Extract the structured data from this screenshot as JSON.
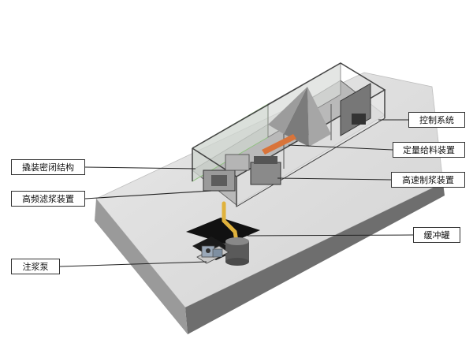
{
  "labels": {
    "control_system": "控制系统",
    "quantitative_feeder": "定量给料装置",
    "high_speed_mixer": "高速制浆装置",
    "sealed_structure": "撬装密闭结构",
    "high_freq_filter": "高频滤浆装置",
    "buffer_tank": "缓冲罐",
    "grout_pump": "注浆泵"
  },
  "colors": {
    "slab_top": "#dedede",
    "slab_front": "#9a9a9a",
    "slab_side": "#6e6e6e",
    "container_frame": "#444444",
    "container_glass": "#cfd6cf",
    "glass_edge": "#8fc27f",
    "hopper": "#9c9c9c",
    "hopper_dark": "#7b7b7b",
    "orange_feed": "#d9743a",
    "pipe": "#e0b23c",
    "pit": "#111111",
    "tank": "#5a5a5a",
    "leader": "#222222"
  }
}
